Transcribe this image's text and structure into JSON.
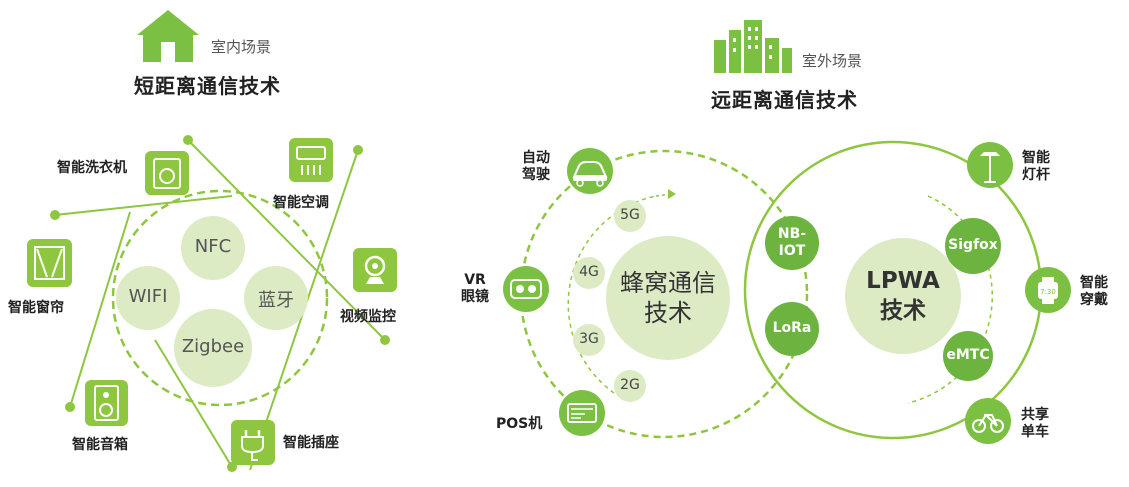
{
  "indoor": {
    "scene_label": "室内场景",
    "title": "短距离通信技术",
    "technologies": [
      "NFC",
      "WIFI",
      "蓝牙",
      "Zigbee"
    ],
    "devices": {
      "washer": "智能洗衣机",
      "curtain": "智能窗帘",
      "speaker": "智能音箱",
      "socket": "智能插座",
      "camera": "视频监控",
      "aircon": "智能空调"
    }
  },
  "outdoor": {
    "scene_label": "室外场景",
    "title": "远距离通信技术",
    "cellular": {
      "label": "蜂窝通信技术",
      "generations": [
        "5G",
        "4G",
        "3G",
        "2G"
      ]
    },
    "lpwa": {
      "label": "LPWA技术",
      "members_left": [
        "NB-IOT",
        "LoRa"
      ],
      "members_right": [
        "Sigfox",
        "eMTC"
      ]
    },
    "devices": {
      "self_driving": "自动驾驶",
      "vr": "VR眼镜",
      "pos": "POS机",
      "streetlight": "智能灯杆",
      "wearable": "智能穿戴",
      "bike": "共享单车"
    }
  },
  "colors": {
    "green": "#7cc043",
    "light_green": "#d5e9b8",
    "pale_green": "#e9f3da",
    "line": "#8ec63f"
  },
  "icons": [
    "house-icon",
    "buildings-icon",
    "washer-icon",
    "curtain-icon",
    "speaker-icon",
    "socket-icon",
    "camera-icon",
    "aircon-icon",
    "car-icon",
    "vr-icon",
    "pos-icon",
    "streetlight-icon",
    "watch-icon",
    "bike-icon"
  ]
}
